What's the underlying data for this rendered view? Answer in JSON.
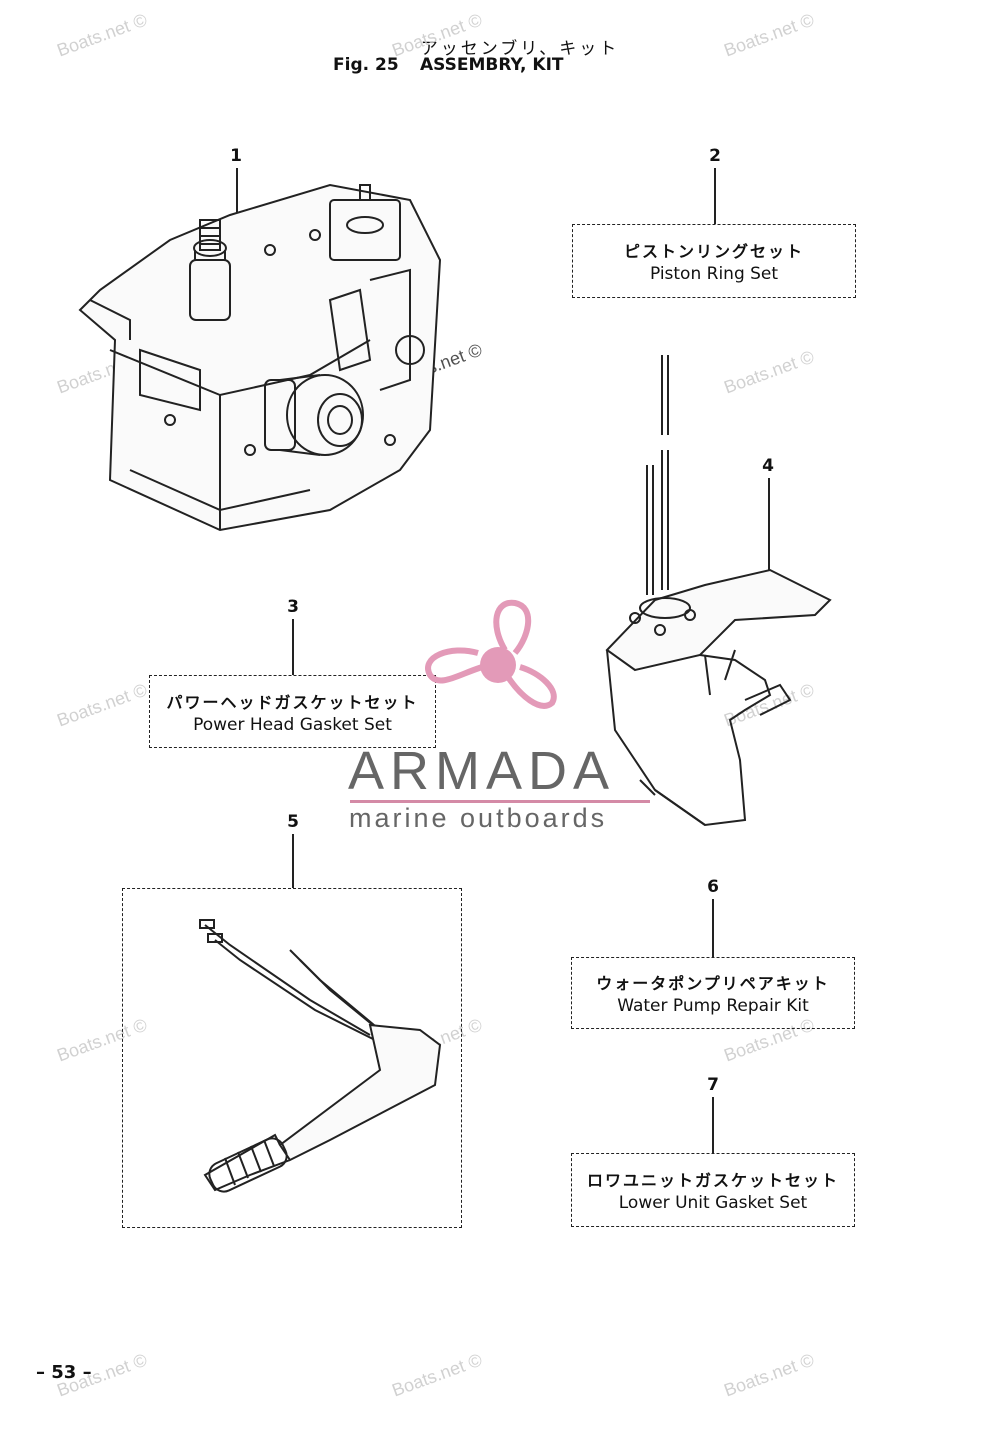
{
  "header": {
    "title_jp": "アッセンブリ、キット",
    "fig_label": "Fig. 25",
    "title_en": "ASSEMBRY, KIT"
  },
  "parts": [
    {
      "number": "1",
      "jp": "",
      "en": ""
    },
    {
      "number": "2",
      "jp": "ピストンリングセット",
      "en": "Piston Ring Set"
    },
    {
      "number": "3",
      "jp": "パワーヘッドガスケットセット",
      "en": "Power Head Gasket Set"
    },
    {
      "number": "4",
      "jp": "",
      "en": ""
    },
    {
      "number": "5",
      "jp": "",
      "en": ""
    },
    {
      "number": "6",
      "jp": "ウォータポンプリペアキット",
      "en": "Water Pump Repair Kit"
    },
    {
      "number": "7",
      "jp": "ロワユニットガスケットセット",
      "en": "Lower Unit Gasket Set"
    }
  ],
  "logo": {
    "name": "ARMADA",
    "tagline": "marine outboards",
    "accent_color": "#e39ab8"
  },
  "watermark": "Boats.net ©",
  "footer": {
    "page_number": "– 53 –"
  }
}
